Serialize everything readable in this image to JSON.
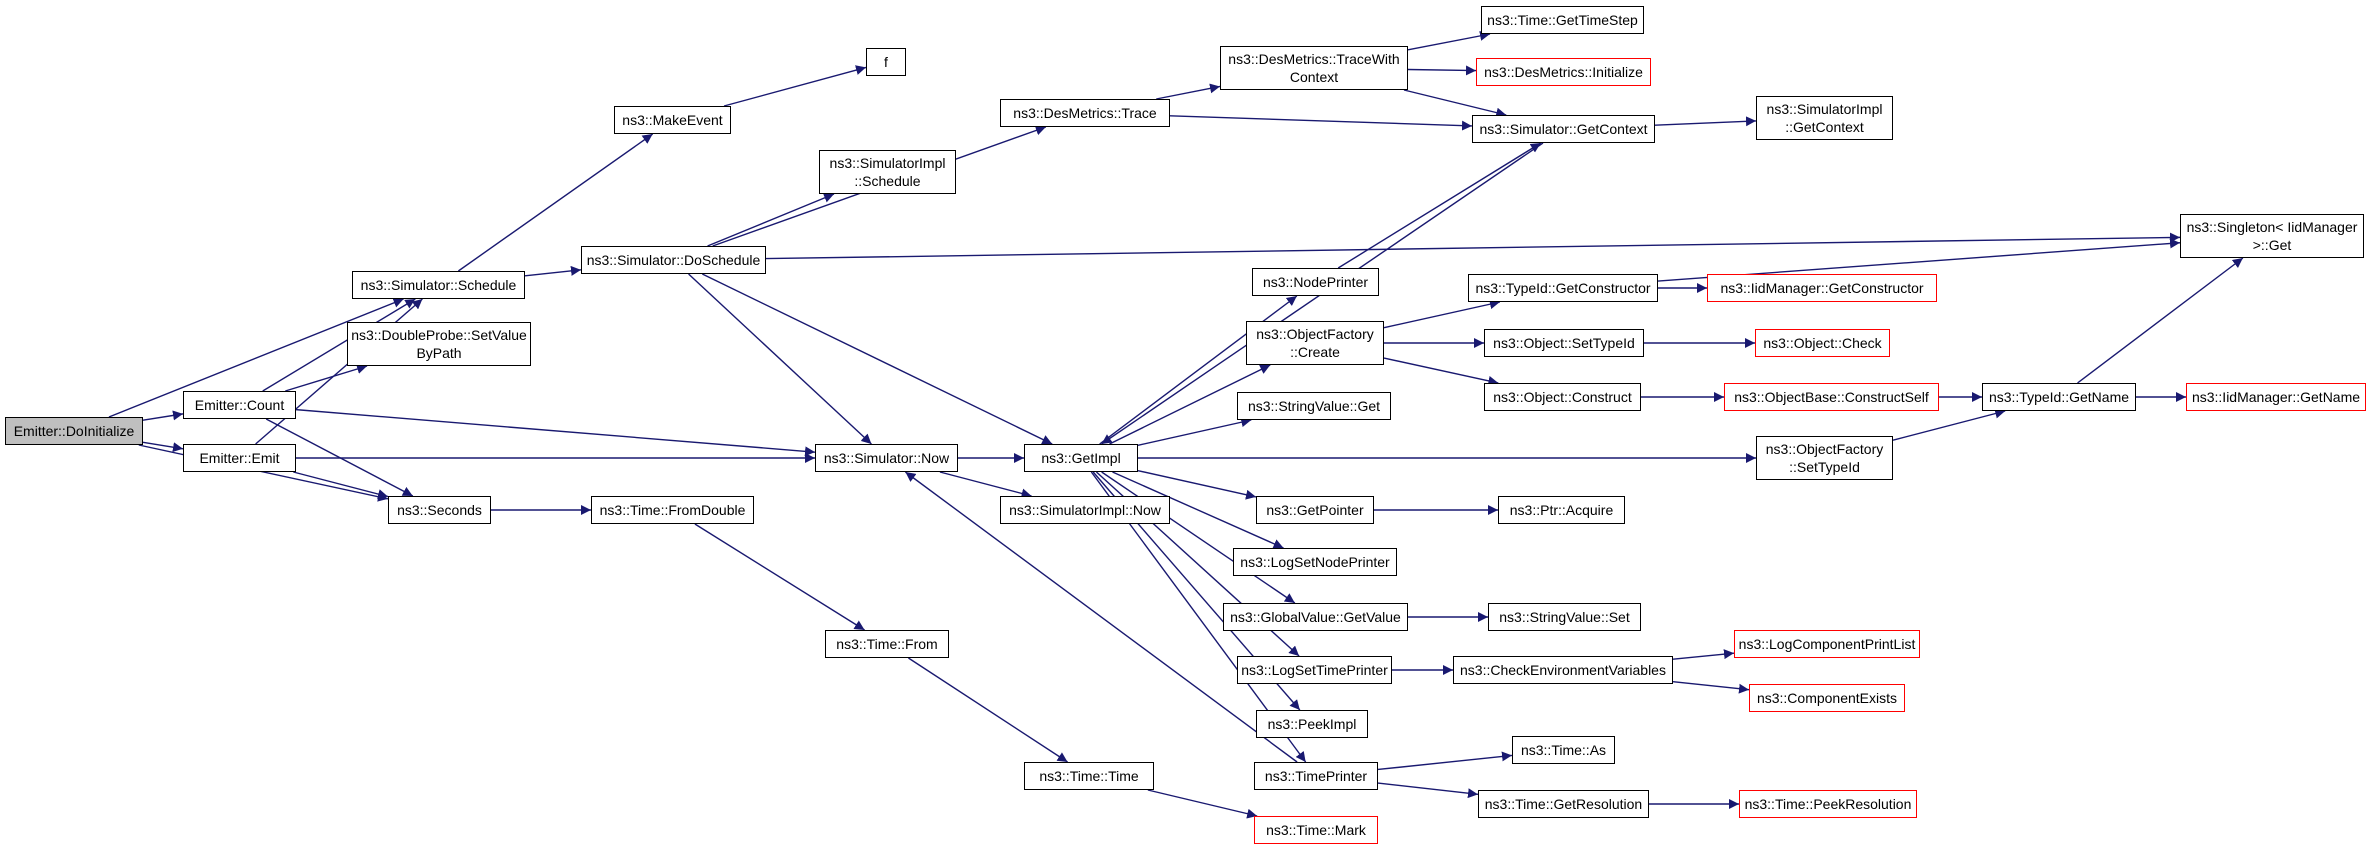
{
  "colors": {
    "edge": "#191970",
    "node_border": "#000000",
    "truncated_border": "#ff0000",
    "root_fill": "#bfbfbf"
  },
  "nodes": {
    "emitter_doinitialize": {
      "label": "Emitter::DoInitialize",
      "style": "root"
    },
    "emitter_count": {
      "label": "Emitter::Count",
      "style": "normal"
    },
    "emitter_emit": {
      "label": "Emitter::Emit",
      "style": "normal"
    },
    "simulator_schedule": {
      "label": "ns3::Simulator::Schedule",
      "style": "normal"
    },
    "doubleprobe_setvaluebypath": {
      "label": "ns3::DoubleProbe::SetValue\nByPath",
      "style": "normal"
    },
    "seconds": {
      "label": "ns3::Seconds",
      "style": "normal"
    },
    "makeevent": {
      "label": "ns3::MakeEvent",
      "style": "normal"
    },
    "f": {
      "label": "f",
      "style": "normal"
    },
    "simulator_doschedule": {
      "label": "ns3::Simulator::DoSchedule",
      "style": "normal"
    },
    "simulatorimpl_schedule": {
      "label": "ns3::SimulatorImpl\n::Schedule",
      "style": "normal"
    },
    "desmetrics_trace": {
      "label": "ns3::DesMetrics::Trace",
      "style": "normal"
    },
    "desmetrics_tracewithcontext": {
      "label": "ns3::DesMetrics::TraceWith\nContext",
      "style": "normal"
    },
    "time_gettimestep": {
      "label": "ns3::Time::GetTimeStep",
      "style": "normal"
    },
    "desmetrics_initialize": {
      "label": "ns3::DesMetrics::Initialize",
      "style": "truncated"
    },
    "simulator_getcontext": {
      "label": "ns3::Simulator::GetContext",
      "style": "normal"
    },
    "simulatorimpl_getcontext": {
      "label": "ns3::SimulatorImpl\n::GetContext",
      "style": "normal"
    },
    "singleton_get": {
      "label": "ns3::Singleton< IidManager\n >::Get",
      "style": "normal"
    },
    "simulator_now": {
      "label": "ns3::Simulator::Now",
      "style": "normal"
    },
    "getimpl": {
      "label": "ns3::GetImpl",
      "style": "normal"
    },
    "simulatorimpl_now": {
      "label": "ns3::SimulatorImpl::Now",
      "style": "normal"
    },
    "time_fromdouble": {
      "label": "ns3::Time::FromDouble",
      "style": "normal"
    },
    "time_from": {
      "label": "ns3::Time::From",
      "style": "normal"
    },
    "time_time": {
      "label": "ns3::Time::Time",
      "style": "normal"
    },
    "time_mark": {
      "label": "ns3::Time::Mark",
      "style": "truncated"
    },
    "nodeprinter": {
      "label": "ns3::NodePrinter",
      "style": "normal"
    },
    "objectfactory_create": {
      "label": "ns3::ObjectFactory\n::Create",
      "style": "normal"
    },
    "stringvalue_get": {
      "label": "ns3::StringValue::Get",
      "style": "normal"
    },
    "getpointer": {
      "label": "ns3::GetPointer",
      "style": "normal"
    },
    "logsetnodeprinter": {
      "label": "ns3::LogSetNodePrinter",
      "style": "normal"
    },
    "globalvalue_getvalue": {
      "label": "ns3::GlobalValue::GetValue",
      "style": "normal"
    },
    "logsettimeprinter": {
      "label": "ns3::LogSetTimePrinter",
      "style": "normal"
    },
    "peekimpl": {
      "label": "ns3::PeekImpl",
      "style": "normal"
    },
    "timeprinter": {
      "label": "ns3::TimePrinter",
      "style": "normal"
    },
    "typeid_getconstructor": {
      "label": "ns3::TypeId::GetConstructor",
      "style": "normal"
    },
    "iidmanager_getconstructor": {
      "label": "ns3::IidManager::GetConstructor",
      "style": "truncated"
    },
    "object_settypeid": {
      "label": "ns3::Object::SetTypeId",
      "style": "normal"
    },
    "object_check": {
      "label": "ns3::Object::Check",
      "style": "truncated"
    },
    "object_construct": {
      "label": "ns3::Object::Construct",
      "style": "normal"
    },
    "objectbase_constructself": {
      "label": "ns3::ObjectBase::ConstructSelf",
      "style": "truncated"
    },
    "typeid_getname": {
      "label": "ns3::TypeId::GetName",
      "style": "normal"
    },
    "iidmanager_getname": {
      "label": "ns3::IidManager::GetName",
      "style": "truncated"
    },
    "objectfactory_settypeid": {
      "label": "ns3::ObjectFactory\n::SetTypeId",
      "style": "normal"
    },
    "ptr_acquire": {
      "label": "ns3::Ptr::Acquire",
      "style": "normal"
    },
    "stringvalue_set": {
      "label": "ns3::StringValue::Set",
      "style": "normal"
    },
    "checkenvironmentvariables": {
      "label": "ns3::CheckEnvironmentVariables",
      "style": "normal"
    },
    "logcomponentprintlist": {
      "label": "ns3::LogComponentPrintList",
      "style": "truncated"
    },
    "componentexists": {
      "label": "ns3::ComponentExists",
      "style": "truncated"
    },
    "time_as": {
      "label": "ns3::Time::As",
      "style": "normal"
    },
    "time_getresolution": {
      "label": "ns3::Time::GetResolution",
      "style": "normal"
    },
    "time_peekresolution": {
      "label": "ns3::Time::PeekResolution",
      "style": "truncated"
    }
  },
  "edges": [
    [
      "emitter_doinitialize",
      "simulator_schedule"
    ],
    [
      "emitter_doinitialize",
      "emitter_count"
    ],
    [
      "emitter_doinitialize",
      "emitter_emit"
    ],
    [
      "emitter_doinitialize",
      "seconds"
    ],
    [
      "emitter_count",
      "simulator_schedule"
    ],
    [
      "emitter_count",
      "doubleprobe_setvaluebypath"
    ],
    [
      "emitter_count",
      "seconds"
    ],
    [
      "emitter_count",
      "simulator_now"
    ],
    [
      "emitter_emit",
      "simulator_schedule"
    ],
    [
      "emitter_emit",
      "seconds"
    ],
    [
      "emitter_emit",
      "simulator_now"
    ],
    [
      "simulator_schedule",
      "makeevent"
    ],
    [
      "simulator_schedule",
      "simulator_doschedule"
    ],
    [
      "makeevent",
      "f"
    ],
    [
      "simulator_doschedule",
      "desmetrics_trace"
    ],
    [
      "simulator_doschedule",
      "simulatorimpl_schedule"
    ],
    [
      "simulator_doschedule",
      "singleton_get"
    ],
    [
      "simulator_doschedule",
      "simulator_now"
    ],
    [
      "simulator_doschedule",
      "getimpl"
    ],
    [
      "desmetrics_trace",
      "desmetrics_tracewithcontext"
    ],
    [
      "desmetrics_trace",
      "simulator_getcontext"
    ],
    [
      "desmetrics_tracewithcontext",
      "time_gettimestep"
    ],
    [
      "desmetrics_tracewithcontext",
      "desmetrics_initialize"
    ],
    [
      "desmetrics_tracewithcontext",
      "simulator_getcontext"
    ],
    [
      "simulator_getcontext",
      "simulatorimpl_getcontext"
    ],
    [
      "simulator_getcontext",
      "getimpl"
    ],
    [
      "seconds",
      "time_fromdouble"
    ],
    [
      "time_fromdouble",
      "time_from"
    ],
    [
      "time_from",
      "time_time"
    ],
    [
      "time_time",
      "time_mark"
    ],
    [
      "simulator_now",
      "getimpl"
    ],
    [
      "simulator_now",
      "simulatorimpl_now"
    ],
    [
      "getimpl",
      "nodeprinter"
    ],
    [
      "getimpl",
      "objectfactory_create"
    ],
    [
      "getimpl",
      "stringvalue_get"
    ],
    [
      "getimpl",
      "objectfactory_settypeid"
    ],
    [
      "getimpl",
      "getpointer"
    ],
    [
      "getimpl",
      "logsetnodeprinter"
    ],
    [
      "getimpl",
      "globalvalue_getvalue"
    ],
    [
      "getimpl",
      "logsettimeprinter"
    ],
    [
      "getimpl",
      "peekimpl"
    ],
    [
      "getimpl",
      "timeprinter"
    ],
    [
      "nodeprinter",
      "simulator_getcontext"
    ],
    [
      "objectfactory_create",
      "typeid_getconstructor"
    ],
    [
      "objectfactory_create",
      "object_settypeid"
    ],
    [
      "objectfactory_create",
      "object_construct"
    ],
    [
      "typeid_getconstructor",
      "iidmanager_getconstructor"
    ],
    [
      "typeid_getconstructor",
      "singleton_get"
    ],
    [
      "object_settypeid",
      "object_check"
    ],
    [
      "object_construct",
      "objectbase_constructself"
    ],
    [
      "objectbase_constructself",
      "typeid_getname"
    ],
    [
      "objectfactory_settypeid",
      "typeid_getname"
    ],
    [
      "typeid_getname",
      "iidmanager_getname"
    ],
    [
      "typeid_getname",
      "singleton_get"
    ],
    [
      "getpointer",
      "ptr_acquire"
    ],
    [
      "globalvalue_getvalue",
      "stringvalue_set"
    ],
    [
      "logsettimeprinter",
      "checkenvironmentvariables"
    ],
    [
      "checkenvironmentvariables",
      "logcomponentprintlist"
    ],
    [
      "checkenvironmentvariables",
      "componentexists"
    ],
    [
      "timeprinter",
      "simulator_now"
    ],
    [
      "timeprinter",
      "time_as"
    ],
    [
      "timeprinter",
      "time_getresolution"
    ],
    [
      "time_getresolution",
      "time_peekresolution"
    ]
  ]
}
